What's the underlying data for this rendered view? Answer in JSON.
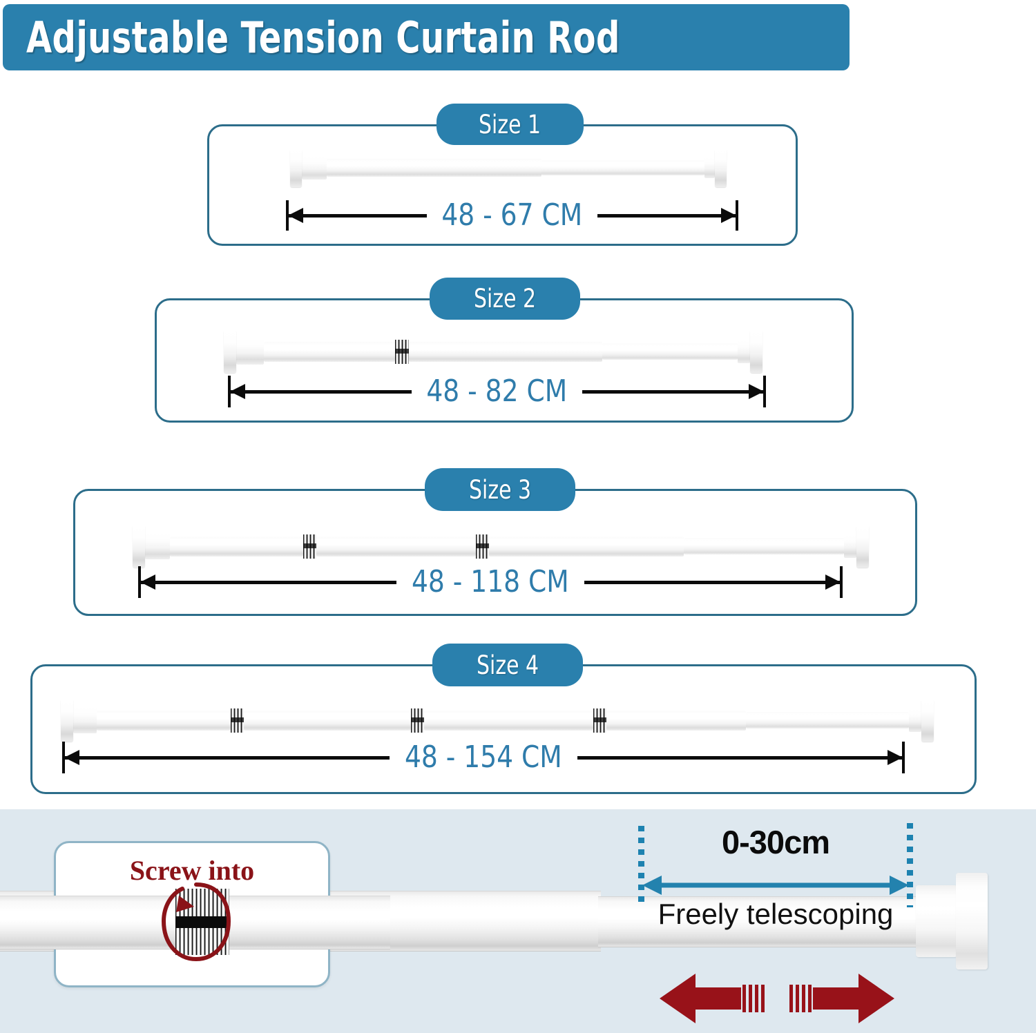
{
  "header": {
    "title": "Adjustable Tension Curtain Rod",
    "banner_color": "#2a80ad",
    "title_color": "#ffffff"
  },
  "theme": {
    "panel_border": "#2c6d8a",
    "pill_bg": "#2a80ad",
    "dimension_text": "#2f7cab",
    "bottom_band_bg": "#dee8ef",
    "callout_border": "#8fb4c6",
    "callout_title_color": "#8a1318",
    "telescope_accent": "#1d82b0",
    "red_arrow_color": "#981219"
  },
  "sizes": [
    {
      "label": "Size 1",
      "dimension": "48 - 67 CM",
      "min_cm": 48,
      "max_cm": 67,
      "joints": 0,
      "sections": 2
    },
    {
      "label": "Size 2",
      "dimension": "48 - 82 CM",
      "min_cm": 48,
      "max_cm": 82,
      "joints": 1,
      "sections": 3
    },
    {
      "label": "Size 3",
      "dimension": "48 - 118 CM",
      "min_cm": 48,
      "max_cm": 118,
      "joints": 2,
      "sections": 4
    },
    {
      "label": "Size 4",
      "dimension": "48 - 154 CM",
      "min_cm": 48,
      "max_cm": 154,
      "joints": 3,
      "sections": 5
    }
  ],
  "bottom": {
    "callout_title": "Screw into",
    "telescope_range": "0-30cm",
    "telescope_caption": "Freely telescoping",
    "rotation_icon": "rotate-arrow-icon",
    "left_arrow_icon": "arrow-left-icon",
    "right_arrow_icon": "arrow-right-icon"
  }
}
